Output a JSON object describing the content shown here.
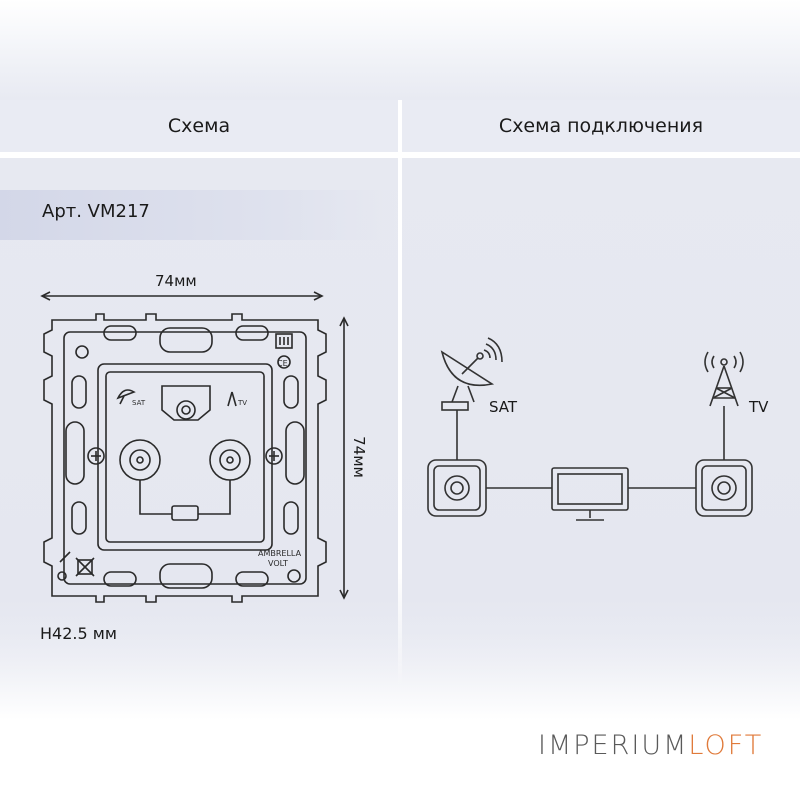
{
  "header": {
    "left_title": "Схема",
    "right_title": "Схема подключения"
  },
  "product": {
    "article": "Арт. VM217",
    "width_dimension": "74мм",
    "height_dimension": "74мм",
    "depth": "H42.5 мм",
    "socket_sat_label": "SAT",
    "socket_tv_label": "TV",
    "brand_lines": [
      "AMBRELLA",
      "VOLT"
    ]
  },
  "connection_diagram": {
    "sat_label": "SAT",
    "tv_label": "TV"
  },
  "brand": {
    "part1": "IMPERIUM",
    "part2": "LOFT",
    "accent_color": "#e07a3a"
  }
}
